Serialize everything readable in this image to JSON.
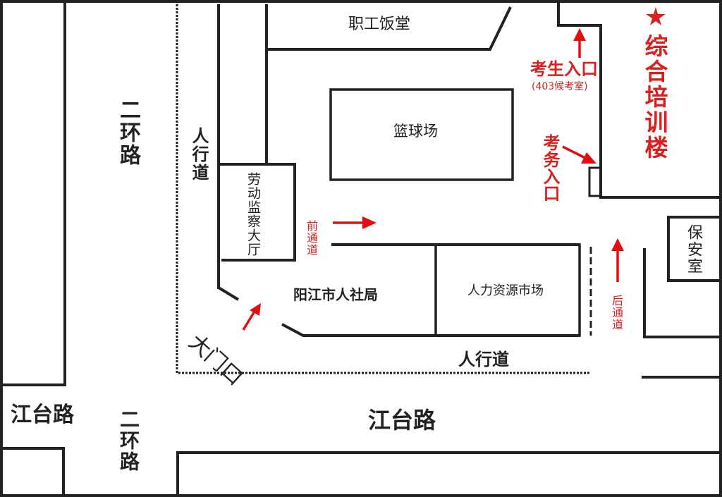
{
  "map": {
    "roads": {
      "erhuan_top": "二环路",
      "erhuan_bottom": "二环路",
      "jiangtai_left": "江台路",
      "jiangtai_main": "江台路"
    },
    "walkways": {
      "left": "人行道",
      "bottom": "人行道"
    },
    "buildings": {
      "canteen": "职工饭堂",
      "basketball": "篮球场",
      "labor_hall": "劳动监察大厅",
      "bureau": "阳江市人社局",
      "hr_market": "人力资源市场",
      "security": "保安室",
      "training_building": "综合培训楼"
    },
    "entrances": {
      "main_gate": "大门口",
      "front_passage": "前通道",
      "rear_passage": "后通道",
      "candidate_entrance": "考生入口",
      "candidate_room": "(403候考室)",
      "staff_entrance": "考务入口"
    },
    "colors": {
      "line": "#222222",
      "accent": "#d82020"
    }
  }
}
